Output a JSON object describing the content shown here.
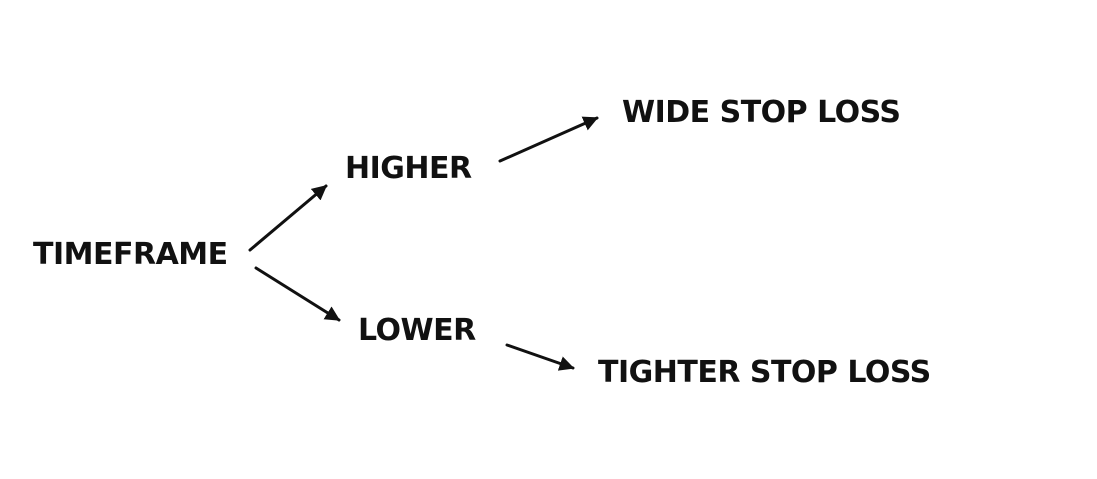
{
  "diagram": {
    "root": "TIMEFRAME",
    "branches": [
      {
        "label": "HIGHER",
        "result": "WIDE STOP LOSS"
      },
      {
        "label": "LOWER",
        "result": "TIGHTER STOP LOSS"
      }
    ],
    "text_color": "#111111",
    "background": "#ffffff"
  }
}
